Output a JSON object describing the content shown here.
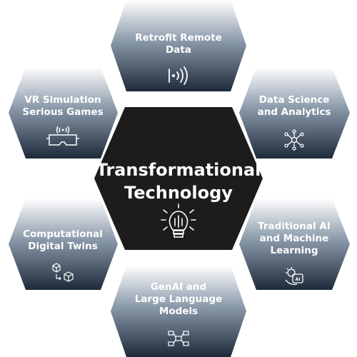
{
  "colors": {
    "outer_top": "#ffffff",
    "outer_mid": "#8a99aa",
    "outer_bottom": "#1d2a3a",
    "center_fill": "#1d1b1c",
    "text": "#ffffff"
  },
  "center": {
    "title_line1": "Transformational",
    "title_line2": "Technology",
    "icon": "lightbulb-circuit-icon"
  },
  "nodes": [
    {
      "id": "top",
      "lines": [
        "Retrofit Remote",
        "Data"
      ],
      "icon": "wireless-signal-icon"
    },
    {
      "id": "top-right",
      "lines": [
        "Data Science",
        "and Analytics"
      ],
      "icon": "network-nodes-icon"
    },
    {
      "id": "bottom-right",
      "lines": [
        "Traditional AI",
        "and Machine",
        "Learning"
      ],
      "icon": "ai-chip-icon"
    },
    {
      "id": "bottom",
      "lines": [
        "GenAI and",
        "Large Language",
        "Models"
      ],
      "icon": "flowchart-icon"
    },
    {
      "id": "bottom-left",
      "lines": [
        "Computational",
        "Digital Twins"
      ],
      "icon": "cubes-icon"
    },
    {
      "id": "top-left",
      "lines": [
        "VR Simulation",
        "Serious Games"
      ],
      "icon": "vr-headset-icon"
    }
  ]
}
